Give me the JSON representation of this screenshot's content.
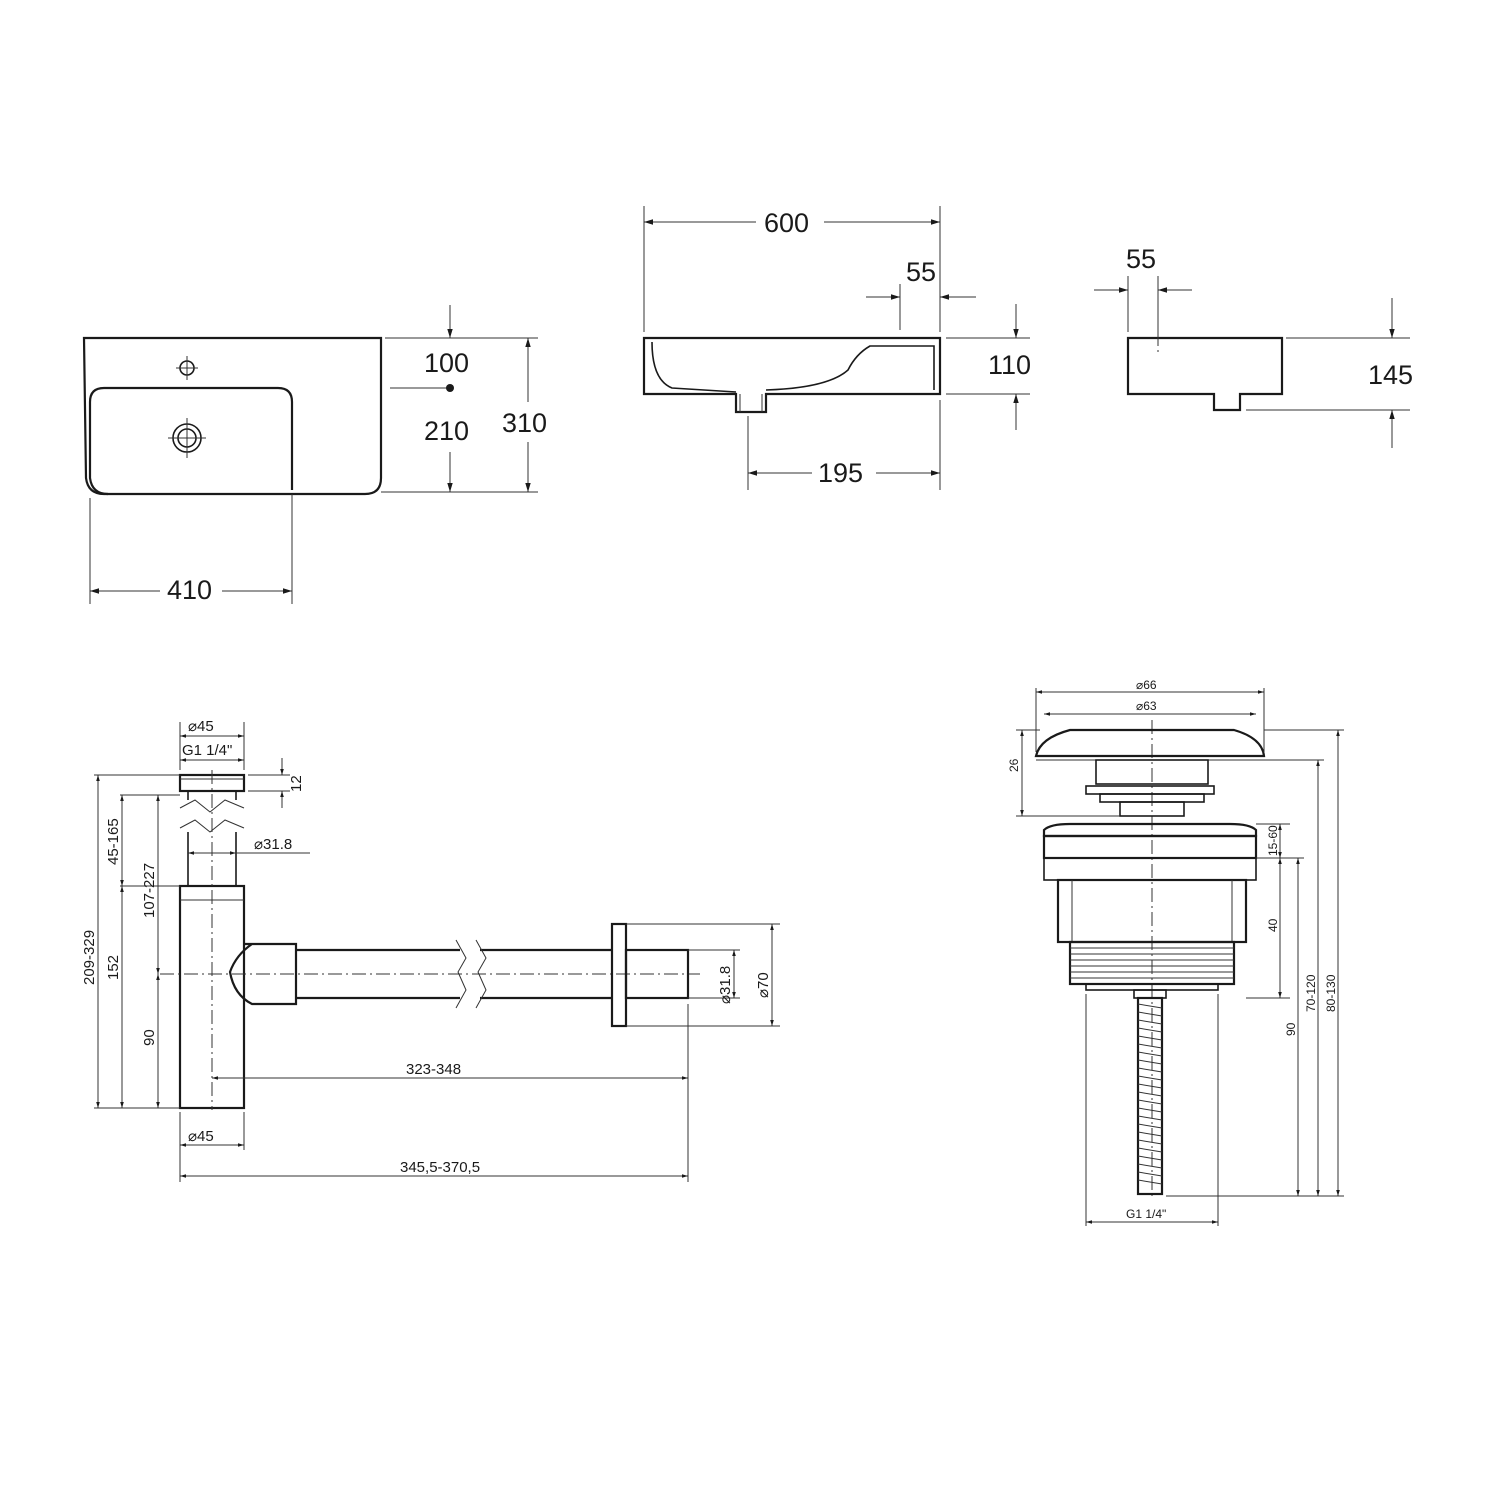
{
  "basin_top_view": {
    "depth_total": "310",
    "tap_offset": "100",
    "bowl_depth": "210",
    "bowl_width": "410"
  },
  "basin_front_view": {
    "width_total": "600",
    "rim_right": "55",
    "height": "110",
    "drain_offset": "195"
  },
  "basin_side_view": {
    "rim": "55",
    "height": "145"
  },
  "bottle_trap": {
    "top_diameter": "⌀45",
    "thread": "G1 1/4\"",
    "top_cap_height": "12",
    "tube_diameter": "⌀31.8",
    "height_range_a": "45-165",
    "height_range_b": "107-227",
    "height_range_total": "209-329",
    "height_152": "152",
    "height_90": "90",
    "outlet_diameter": "⌀31.8",
    "flange_diameter": "⌀70",
    "length_inner": "323-348",
    "bottom_diameter": "⌀45",
    "length_total": "345,5-370,5"
  },
  "pop_up_waste": {
    "cap_diameter_outer": "⌀66",
    "cap_diameter_inner": "⌀63",
    "cap_height": "26",
    "clamp_range": "15-60",
    "body_height": "40",
    "height_90": "90",
    "range_70_120": "70-120",
    "range_80_130": "80-130",
    "thread": "G1 1/4\""
  }
}
